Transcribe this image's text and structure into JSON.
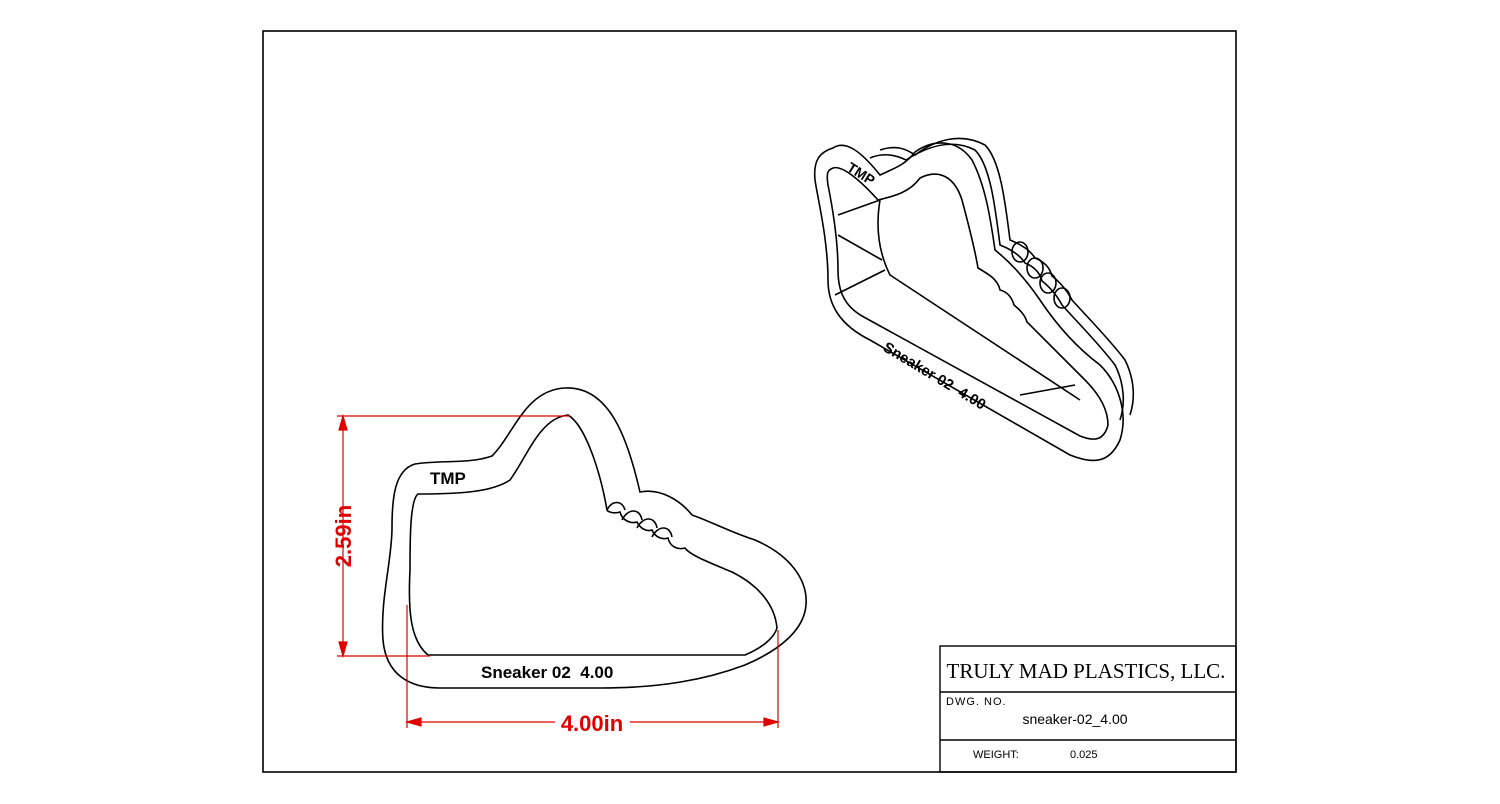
{
  "part": {
    "emboss_top": "TMP",
    "emboss_bottom": "Sneaker 02  4.00"
  },
  "dimensions": {
    "height": "2.59in",
    "width": "4.00in"
  },
  "title_block": {
    "company": "TRULY MAD PLASTICS, LLC.",
    "dwg_no_label": "DWG. NO.",
    "dwg_no_value": "sneaker-02_4.00",
    "weight_label": "WEIGHT:",
    "weight_value": "0.025"
  },
  "colors": {
    "line": "#000000",
    "dimension": "#e00000"
  }
}
